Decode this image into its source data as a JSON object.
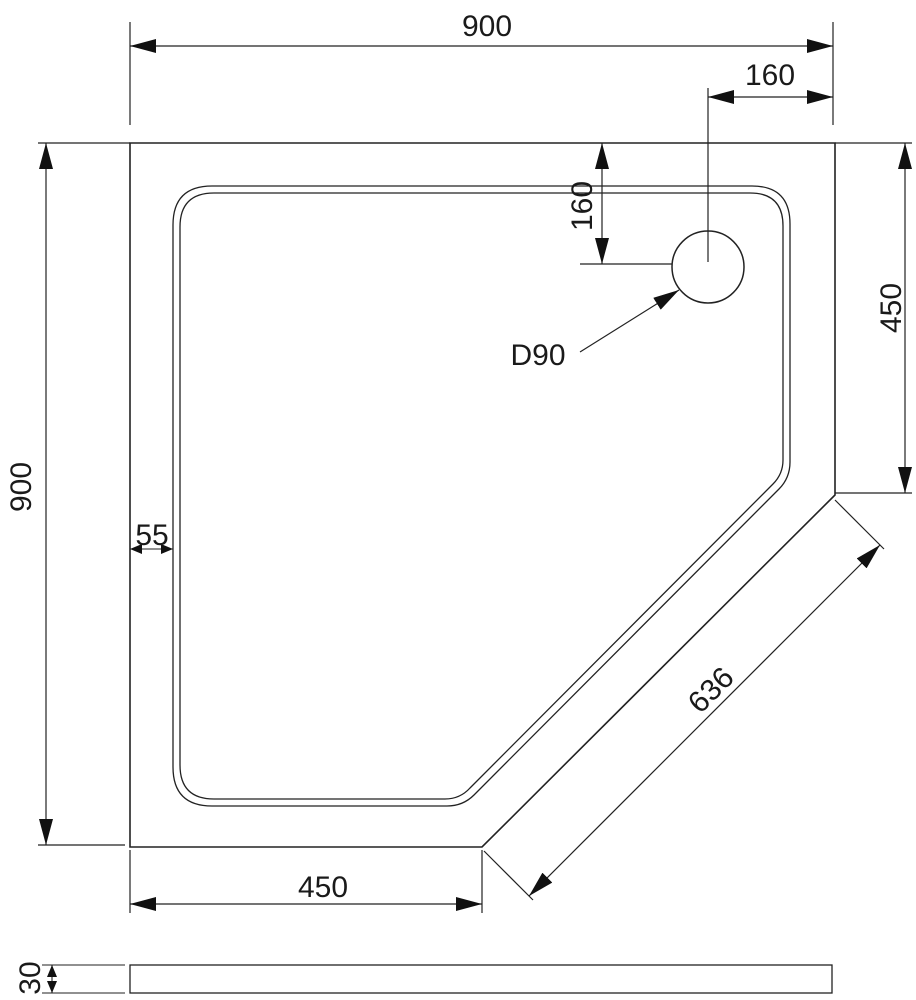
{
  "diagram": {
    "dimensions": {
      "overall_width": "900",
      "drain_offset_x": "160",
      "drain_offset_y": "160",
      "drain_diameter": "D90",
      "right_side_length": "450",
      "overall_depth": "900",
      "rim_width": "55",
      "diagonal_length": "636",
      "bottom_side_length": "450",
      "tray_height": "30"
    }
  }
}
